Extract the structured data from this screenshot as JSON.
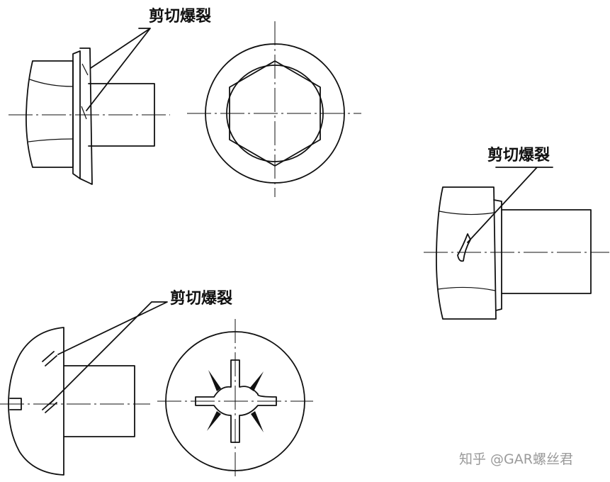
{
  "labels": {
    "flange_nut": "剪切爆裂",
    "hex_bolt": "剪切爆裂",
    "pan_head_screw": "剪切爆裂"
  },
  "watermark": "知乎 @GAR螺丝君"
}
